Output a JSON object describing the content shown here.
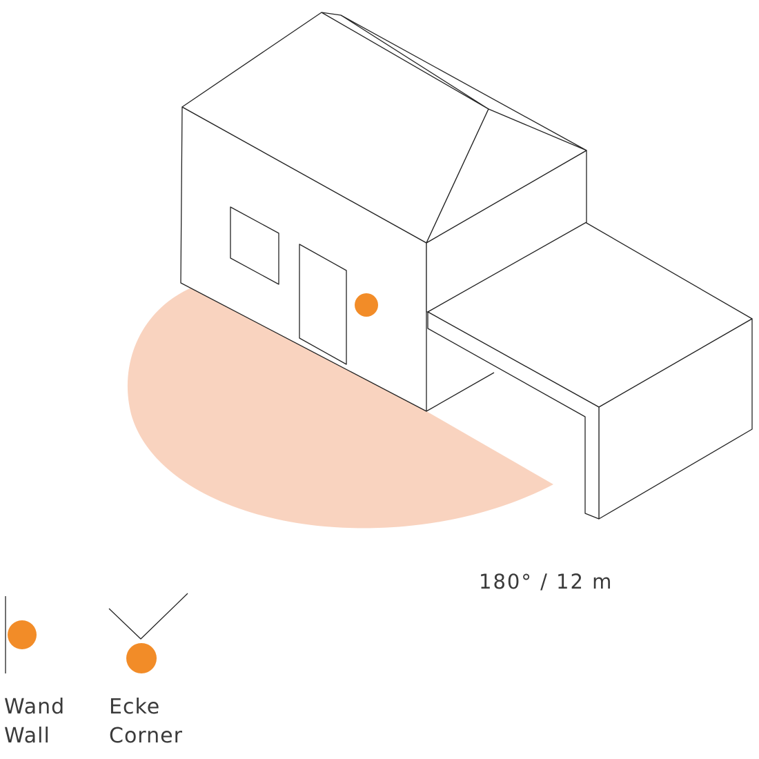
{
  "diagram": {
    "spec_text": "180° / 12 m",
    "colors": {
      "sensor": "#f28c28",
      "coverage": "#f9d3bf",
      "outline": "#222222"
    },
    "legend": [
      {
        "id": "wall",
        "label_de": "Wand",
        "label_en": "Wall",
        "icon": "wall-mount-icon"
      },
      {
        "id": "corner",
        "label_de": "Ecke",
        "label_en": "Corner",
        "icon": "corner-mount-icon"
      }
    ]
  }
}
